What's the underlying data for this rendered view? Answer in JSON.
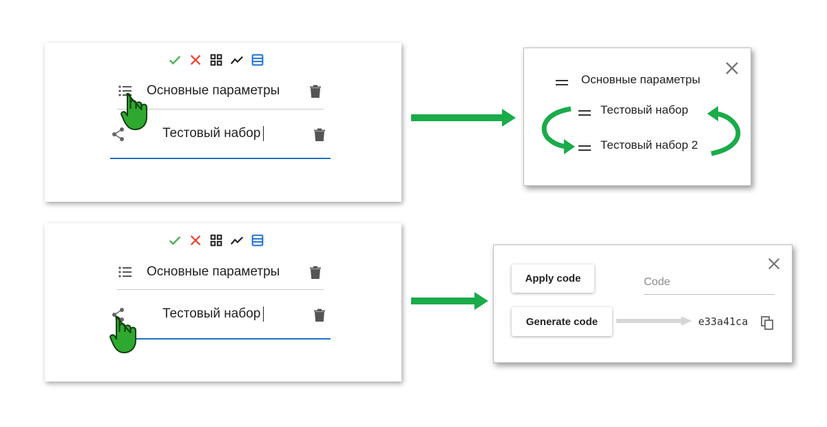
{
  "panel_a": {
    "toolbar_icons": [
      "check-icon",
      "close-icon",
      "grid-icon",
      "trending-icon",
      "list-view-icon"
    ],
    "colors": {
      "check": "#4caf50",
      "close": "#f44336",
      "list_view": "#1e6fd0",
      "active_line": "#1f6fc2",
      "arrow": "#1aab4a"
    },
    "row1_label": "Основные параметры",
    "row2_label": "Тестовый набор"
  },
  "dialog_reorder": {
    "item1": "Основные параметры",
    "item2": "Тестовый набор",
    "item3": "Тестовый набор 2"
  },
  "panel_b": {
    "row1_label": "Основные параметры",
    "row2_label": "Тестовый набор"
  },
  "dialog_code": {
    "apply_label": "Apply code",
    "code_placeholder": "Code",
    "generate_label": "Generate code",
    "generated_code": "e33a41ca"
  }
}
